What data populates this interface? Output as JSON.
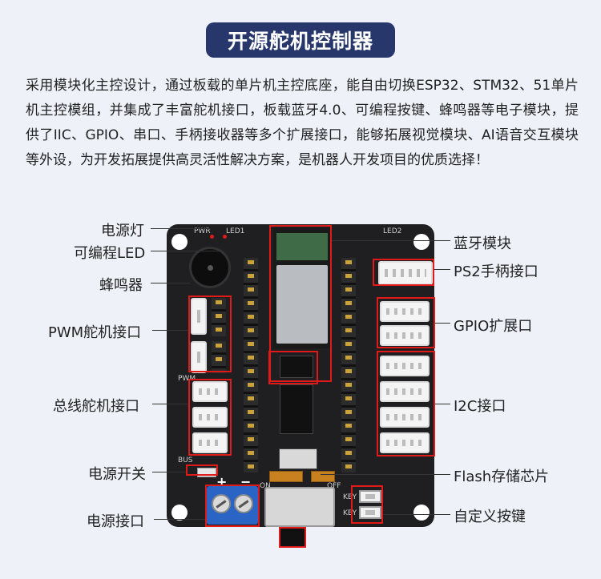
{
  "title": "开源舵机控制器",
  "description": "采用模块化主控设计，通过板载的单片机主控底座，能自由切换ESP32、STM32、51单片机主控模组，并集成了丰富舵机接口，板载蓝牙4.0、可编程按键、蜂鸣器等电子模块，提供了IIC、GPIO、串口、手柄接收器等多个扩展接口，能够拓展视觉模块、AI语音交互模块等外设，为开发拓展提供高灵活性解决方案，是机器人开发项目的优质选择！",
  "labels_left": {
    "power_led": "电源灯",
    "programmable_led": "可编程LED",
    "buzzer": "蜂鸣器",
    "pwm_servo": "PWM舵机接口",
    "bus_servo": "总线舵机接口",
    "power_switch": "电源开关",
    "power_port": "电源接口"
  },
  "labels_right": {
    "bluetooth": "蓝牙模块",
    "ps2": "PS2手柄接口",
    "gpio": "GPIO扩展口",
    "i2c": "I2C接口",
    "flash": "Flash存储芯片",
    "custom_key": "自定义按键"
  },
  "silkscreen": {
    "pwr": "PWR",
    "led1": "LED1",
    "led2": "LED2",
    "bus": "BUS",
    "pwm": "PWM",
    "key1": "KEY",
    "key2": "KEY",
    "on": "ON",
    "off": "OFF",
    "plus": "+",
    "minus": "−"
  },
  "colors": {
    "title_bg": "#27376b",
    "highlight": "#e01919",
    "board": "#1f1f22",
    "terminal": "#2a64c4",
    "page_bg": "#eef2f8"
  }
}
